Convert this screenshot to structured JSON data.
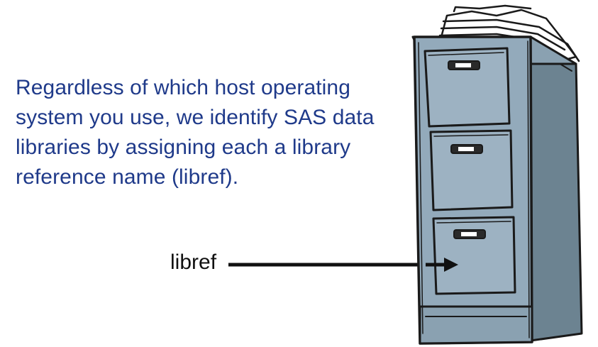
{
  "diagram": {
    "statement": "Regardless of which host operating system you use, we identify SAS data libraries by assigning each a library reference name (libref).",
    "callout_label": "libref",
    "colors": {
      "statement_text": "#1f3a8a",
      "cabinet_front": "#93aabb",
      "cabinet_side": "#6c8391",
      "outline": "#1a1a1a",
      "arrow": "#111111"
    },
    "illustration": {
      "icon": "file-cabinet-icon",
      "drawers": 3,
      "arrow_target_drawer": 3
    }
  }
}
